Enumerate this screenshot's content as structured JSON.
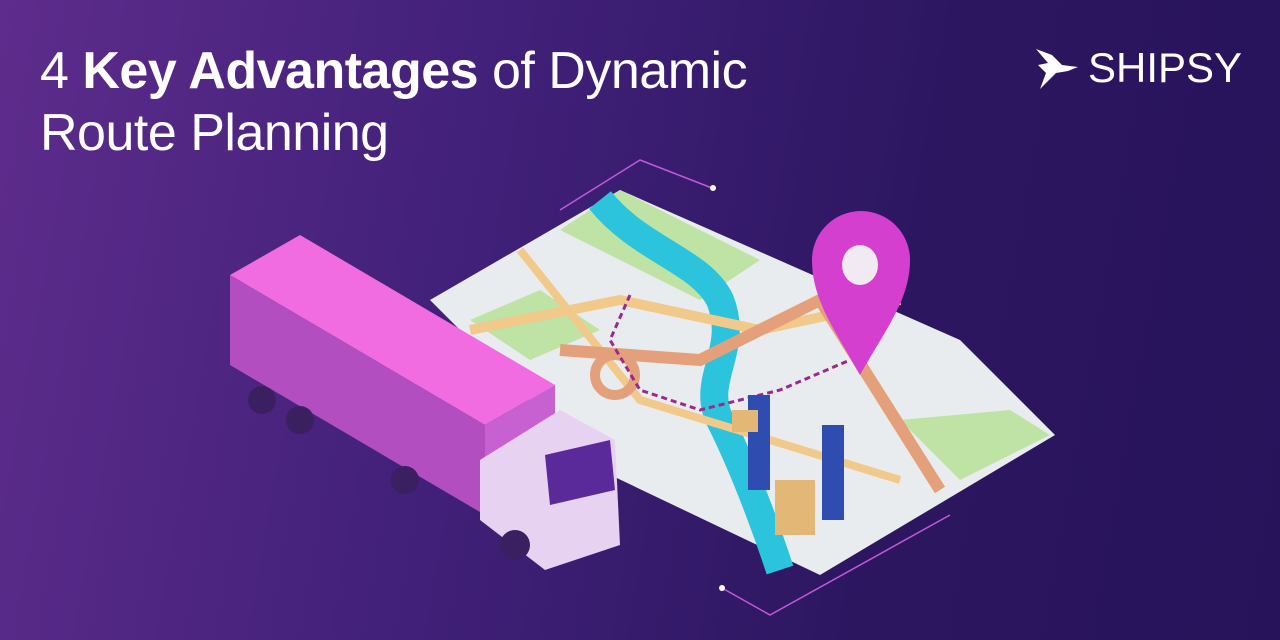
{
  "headline": {
    "part1": "4 ",
    "bold": "Key Advantages",
    "part2": " of Dynamic",
    "line2": "Route Planning"
  },
  "brand": {
    "name": "SHIPSY",
    "icon": "bird-logo-icon"
  },
  "colors": {
    "background_left": "#5e2c8c",
    "background_right": "#26135a",
    "truck": "#e04fd0",
    "pin": "#d43fd0"
  }
}
